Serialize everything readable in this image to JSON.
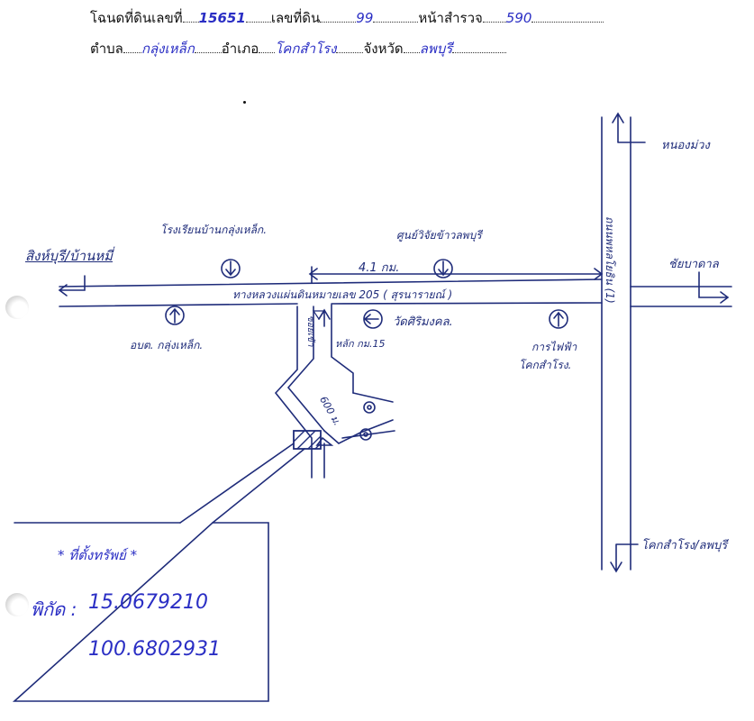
{
  "header": {
    "deed_label": "โฉนดที่ดินเลขที่",
    "deed_no": "15651",
    "land_label": "เลขที่ดิน",
    "land_no": "99",
    "survey_label": "หน้าสำรวจ",
    "survey_no": "590",
    "tambon_label": "ตำบล",
    "tambon": "กลุ่งเหล็ก",
    "amphoe_label": "อำเภอ",
    "amphoe": "โคกสำโรง",
    "province_label": "จังหวัด",
    "province": "ลพบุรี"
  },
  "map": {
    "dir_left": "สิงห์บุรี/บ้านหมี่",
    "dir_right": "ชัยบาดาล",
    "dir_top": "หนองม่วง",
    "dir_bottom": "โคกสำโรง/ลพบุรี",
    "main_road": "ทางหลวงแผ่นดินหมายเลข 205 ( สุรนารายณ์ )",
    "cross_road": "ถนนพหลโยธิน (1)",
    "distance": "4.1 กม.",
    "side_road": "ซอยเข้า",
    "side_distance": "600 ม.",
    "km_marker": "หลัก กม.15",
    "landmarks": {
      "school": "โรงเรียนบ้านกลุ่งเหล็ก.",
      "college": "ศูนย์วิจัยข้าวลพบุรี",
      "sao": "อบต. กลุ่งเหล็ก.",
      "temple": "วัดศิริมงคล.",
      "electric": "การไฟฟ้า",
      "electric2": "โคกสำโรง."
    }
  },
  "location_box": {
    "title": "* ที่ตั้งทรัพย์ *",
    "coord_label": "พิกัด :",
    "lat": "15.0679210",
    "lon": "100.6802931"
  },
  "colors": {
    "ink": "#1f2c7a",
    "value_ink": "#2a2ec4",
    "print": "#111111"
  }
}
